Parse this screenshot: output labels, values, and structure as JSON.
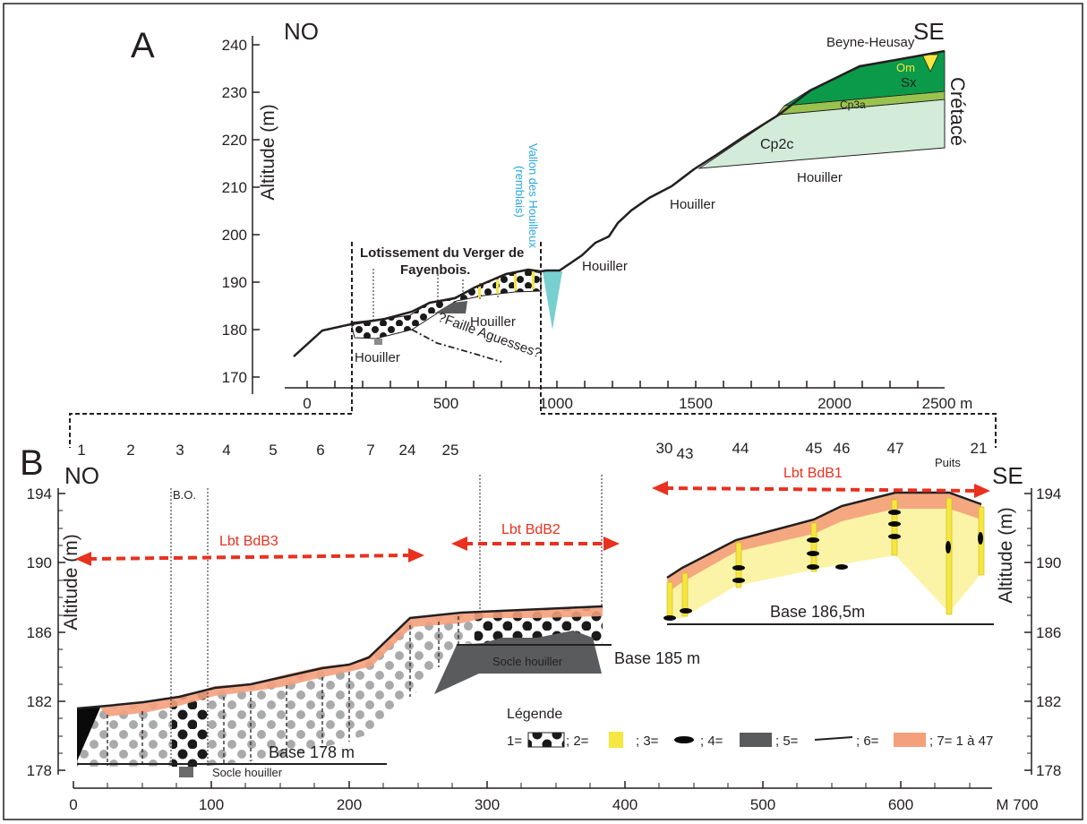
{
  "panel_a": {
    "label": "A",
    "dir_left": "NO",
    "dir_right": "SE",
    "y_title": "Altitude (m)",
    "y_ticks": [
      "240",
      "230",
      "220",
      "210",
      "200",
      "190",
      "180",
      "170"
    ],
    "x_ticks": [
      "0",
      "500",
      "1000",
      "1500",
      "2000",
      "2500 m"
    ],
    "labels": {
      "beyne": "Beyne-Heusay",
      "cretace": "Crétacé",
      "om": "Om",
      "sx": "Sx",
      "cp3a": "Cp3a",
      "cp2c": "Cp2c",
      "houiller_1": "Houiller",
      "houiller_2": "Houiller",
      "houiller_3": "Houiller",
      "houiller_4": "Houiller",
      "houiller_5": "Houiller",
      "vallon_1": "Vallon des Houilleux",
      "vallon_2": "(remblais)",
      "lotissement_1": "Lotissement du Verger de",
      "lotissement_2": "Fayenbois.",
      "faille": "?Faille Aguesses?"
    }
  },
  "panel_b": {
    "label": "B",
    "dir_left": "NO",
    "dir_right": "SE",
    "y_title_left": "Altitude (m)",
    "y_title_right": "Altitude (m)",
    "y_ticks": [
      "194",
      "190",
      "186",
      "182",
      "178"
    ],
    "x_ticks": [
      "0",
      "100",
      "200",
      "300",
      "400",
      "500",
      "600",
      "M 700"
    ],
    "wells": [
      "1",
      "2",
      "3",
      "4",
      "5",
      "6",
      "7",
      "24",
      "25",
      "30",
      "43",
      "44",
      "45",
      "46",
      "47",
      "21"
    ],
    "puits": "Puits",
    "bo": "B.O.",
    "arrows": {
      "bdb3": "Lbt BdB3",
      "bdb2": "Lbt BdB2",
      "bdb1": "Lbt BdB1"
    },
    "bases": {
      "b178": "Base 178 m",
      "b185": "Base 185 m",
      "b1865": "Base 186,5m"
    },
    "socle_1": "Socle houiller",
    "socle_2": "Socle houiller",
    "legend": {
      "title": "Légende",
      "i1": "1=",
      "i2": "; 2=",
      "i3": "; 3=",
      "i4": "; 4=",
      "i5": "; 5=",
      "i6": "; 6=",
      "i7": "; 7= 1 à 47"
    }
  },
  "colors": {
    "dark_green": "#0b9a49",
    "light_green": "#99c24f",
    "pale_green": "#d2ecd9",
    "cyan": "#77cfcf",
    "vallon_text": "#29a8df",
    "yellow": "#f5e641",
    "pale_yellow": "#fbf4a6",
    "orange": "#f4a07c",
    "red": "#e8311f",
    "dark_grey": "#5a5b5d"
  }
}
